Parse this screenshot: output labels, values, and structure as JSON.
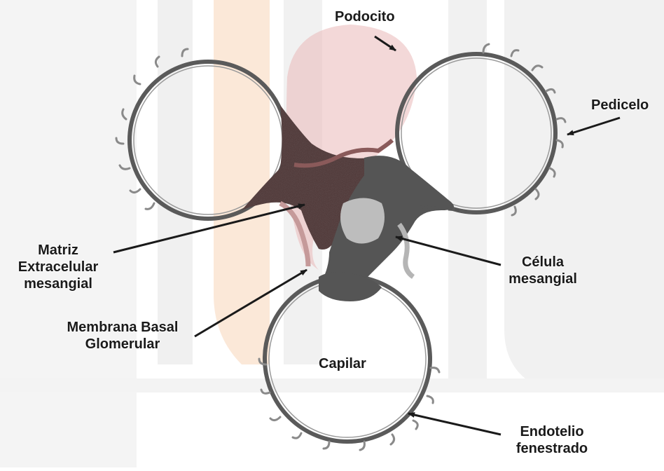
{
  "labels": {
    "podocito": "Podocito",
    "pedicelo": "Pedicelo",
    "matriz": [
      "Matriz",
      "Extracelular",
      "mesangial"
    ],
    "celula": [
      "Célula",
      "mesangial"
    ],
    "membrana": [
      "Membrana Basal",
      "Glomerular"
    ],
    "capilar": "Capilar",
    "endotelio": [
      "Endotelio",
      "fenestrado"
    ]
  },
  "colors": {
    "wall": "#555555",
    "matrix": "#4a3232",
    "mesangial_cell": "#555555",
    "podocyte_overlay": "#e8b4b4",
    "watermark_orange": "#f6c89a",
    "watermark_gray": "#ececec",
    "arrow": "#1a1a1a",
    "text": "#1a1a1a"
  }
}
